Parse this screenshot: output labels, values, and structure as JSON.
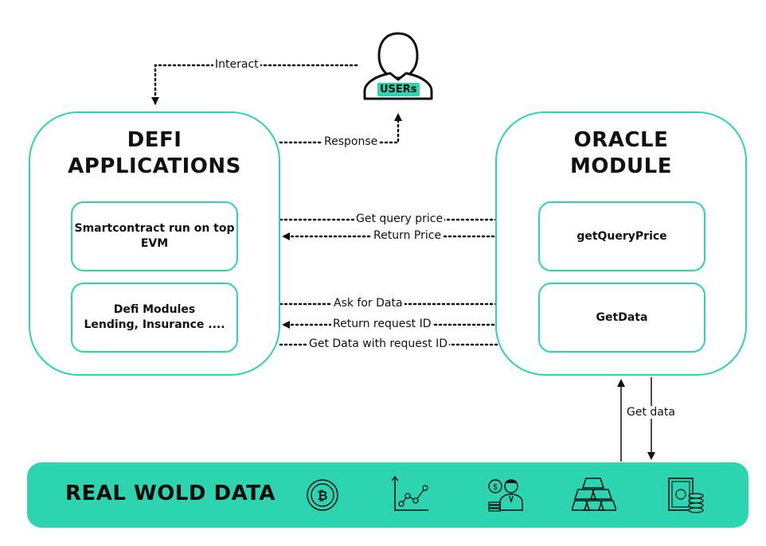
{
  "user": {
    "label": "USERs"
  },
  "defi": {
    "title_line1": "DEFI",
    "title_line2": "APPLICATIONS",
    "box1_line1": "Smartcontract run on top",
    "box1_line2": "EVM",
    "box2_line1": "Defi Modules",
    "box2_line2": "Lending, Insurance ...."
  },
  "oracle": {
    "title_line1": "ORACLE",
    "title_line2": "MODULE",
    "box1": "getQueryPrice",
    "box2": "GetData"
  },
  "arrows": {
    "interact": "Interact",
    "response": "Response",
    "get_query_price": "Get query price",
    "return_price": "Return Price",
    "ask_for_data": "Ask for Data",
    "return_request_id": "Return request ID",
    "get_data_with_request_id": "Get Data with request ID",
    "get_data": "Get data"
  },
  "real_world": {
    "title": "REAL WOLD DATA",
    "icons": [
      "bitcoin-icon",
      "chart-icon",
      "trader-icon",
      "gold-bars-icon",
      "money-stack-icon"
    ]
  },
  "colors": {
    "accent": "#2dd4b0",
    "line": "#111111"
  }
}
